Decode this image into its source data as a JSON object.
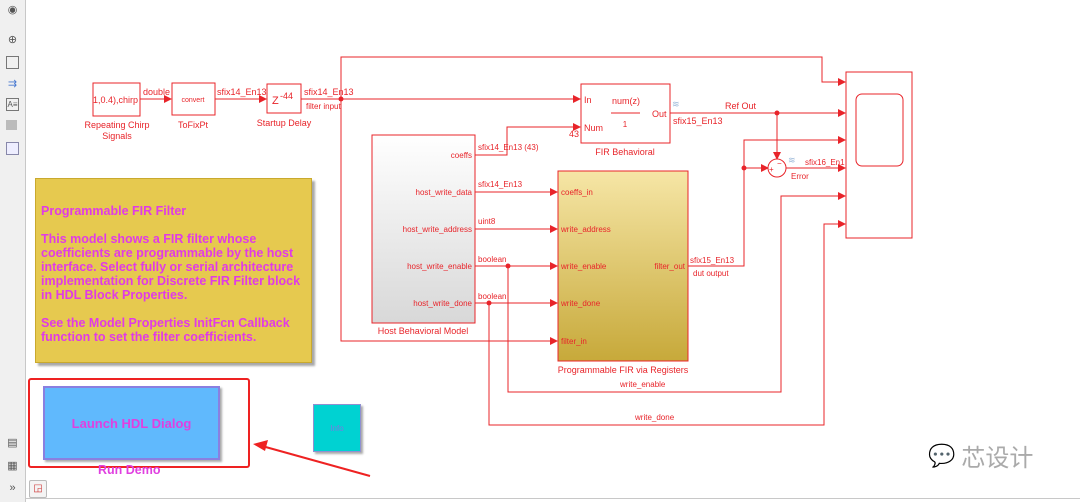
{
  "toolbar": {
    "icons": [
      "hide-show-icon",
      "zoom-icon",
      "fit-view-icon",
      "signal-icon",
      "annotation-icon",
      "image-icon",
      "area-icon",
      "model-browser-icon",
      "property-inspector-icon",
      "more-icon"
    ]
  },
  "blocks": {
    "chirp": {
      "content": "1,0.4),chirp",
      "label1": "Repeating Chirp",
      "label2": "Signals",
      "out_type": "double"
    },
    "tofixpt": {
      "content": "convert",
      "label": "ToFixPt",
      "out_type": "sfix14_En13"
    },
    "delay": {
      "content_base": "Z",
      "content_exp": "-44",
      "label": "Startup Delay",
      "out_type": "sfix14_En13",
      "out_name": "filter input"
    },
    "fir": {
      "in": "In",
      "num": "Num",
      "out": "Out",
      "numerator": "num(z)",
      "denominator": "1",
      "label": "FIR Behavioral",
      "num_dim": "43",
      "out_type": "sfix15_En13",
      "out_name": "Ref Out"
    },
    "host": {
      "label": "Host Behavioral Model",
      "ports": [
        "coeffs",
        "host_write_data",
        "host_write_address",
        "host_write_enable",
        "host_write_done"
      ],
      "types": [
        "sfix14_En13 (43)",
        "sfix14_En13",
        "uint8",
        "boolean",
        "boolean"
      ]
    },
    "prog": {
      "label": "Programmable FIR via Registers",
      "ports": [
        "coeffs_in",
        "write_address",
        "write_enable",
        "write_done",
        "filter_in"
      ],
      "out": "filter_out",
      "out_type": "sfix15_En13",
      "out_name": "dut output"
    },
    "sum": {
      "plus": "+",
      "minus": "−",
      "out_type": "sfix16_En1",
      "label": "Error"
    },
    "signals": {
      "write_enable": "write_enable",
      "write_done": "write_done"
    }
  },
  "note": {
    "title": "Programmable FIR Filter",
    "para1": "This model shows a FIR filter whose coefficients are programmable by the host interface. Select fully or serial architecture implementation for Discrete FIR Filter block in HDL Block Properties.",
    "para2": "See the Model Properties InitFcn Callback function to set the filter coefficients."
  },
  "launch_button": {
    "label": "Launch HDL Dialog",
    "caption": "Run Demo"
  },
  "info_button": {
    "label": "Info"
  },
  "watermark": {
    "text": "芯设计"
  },
  "colors": {
    "line": "#e8242a",
    "note_bg": "#e6c94f",
    "magenta": "#e040e0",
    "launch_bg": "#60b9fd",
    "info_bg": "#00d2d2"
  }
}
